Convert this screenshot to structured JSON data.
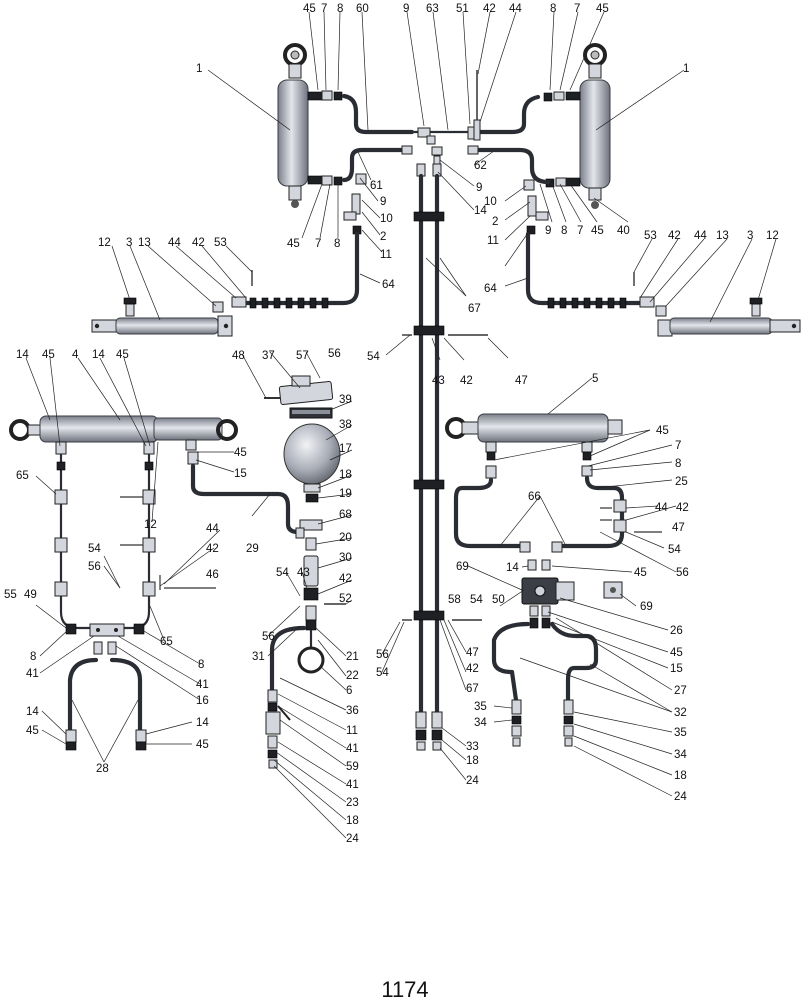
{
  "page_number": "1174",
  "labels": {
    "tr_45": "45",
    "tr_7": "7",
    "tr_8": "8",
    "tr_60": "60",
    "tr_9": "9",
    "tr_63": "63",
    "tr_51": "51",
    "tr_42": "42",
    "tr_44": "44",
    "tr_8b": "8",
    "tr_7b": "7",
    "tr_45b": "45",
    "cyl_left_1": "1",
    "cyl_right_1": "1",
    "l_45": "45",
    "l_7": "7",
    "l_8": "8",
    "c_61": "61",
    "c_9": "9",
    "c_10": "10",
    "c_2": "2",
    "c_11": "11",
    "c_64": "64",
    "c_62": "62",
    "c_9b": "9",
    "c_14": "14",
    "r_10": "10",
    "r_2": "2",
    "r_11": "11",
    "r_64": "64",
    "r_9": "9",
    "r_8": "8",
    "r_7": "7",
    "r_45": "45",
    "r_40": "40",
    "ml_12": "12",
    "ml_3": "3",
    "ml_13": "13",
    "ml_44": "44",
    "ml_42": "42",
    "ml_53": "53",
    "mr_53": "53",
    "mr_42": "42",
    "mr_44": "44",
    "mr_13": "13",
    "mr_3": "3",
    "mr_12": "12",
    "c_67": "67",
    "c_56": "56",
    "c_54": "54",
    "c_43": "43",
    "c_42": "42",
    "c_47": "47",
    "a_48": "48",
    "a_37": "37",
    "a_57": "57",
    "a_39": "39",
    "a_38": "38",
    "a_17": "17",
    "a_18": "18",
    "a_19": "19",
    "a_68": "68",
    "a_20": "20",
    "a_30": "30",
    "a_54": "54",
    "a_43": "43",
    "a_42": "42",
    "a_52": "52",
    "a_56": "56",
    "a_31": "31",
    "a_21": "21",
    "a_22": "22",
    "a_6": "6",
    "a_36": "36",
    "a_11": "11",
    "a_41": "41",
    "a_59": "59",
    "a_41b": "41",
    "a_23": "23",
    "a_18b": "18",
    "a_24": "24",
    "bl_14": "14",
    "bl_45": "45",
    "bl_4": "4",
    "bl_14b": "14",
    "bl_45b": "45",
    "bl_45c": "45",
    "bl_15": "15",
    "bl_65": "65",
    "bl_12": "12",
    "bl_44": "44",
    "bl_29": "29",
    "bl_42": "42",
    "bl_54": "54",
    "bl_56": "56",
    "bl_46": "46",
    "bl_55": "55",
    "bl_49": "49",
    "bl_65b": "65",
    "bl_8": "8",
    "bl_8b": "8",
    "bl_41": "41",
    "bl_41b": "41",
    "bl_16": "16",
    "bl_14c": "14",
    "bl_45d": "45",
    "bl_14d": "14",
    "bl_45e": "45",
    "bl_28": "28",
    "br_5": "5",
    "br_45": "45",
    "br_7": "7",
    "br_8": "8",
    "br_25": "25",
    "br_66": "66",
    "br_44": "44",
    "br_42": "42",
    "br_47": "47",
    "br_54": "54",
    "br_56": "56",
    "br_69": "69",
    "br_14": "14",
    "br_45b": "45",
    "br_69b": "69",
    "br_58": "58",
    "br_54b": "54",
    "br_50": "50",
    "br_26": "26",
    "br_45c": "45",
    "br_15": "15",
    "br_27": "27",
    "br_47b": "47",
    "br_42b": "42",
    "br_67": "67",
    "br_56b": "56",
    "br_54c": "54",
    "br_32": "32",
    "br_35": "35",
    "br_34": "34",
    "br_35b": "35",
    "br_34b": "34",
    "br_33": "33",
    "br_18": "18",
    "br_24": "24",
    "br_18b": "18",
    "br_24b": "24"
  }
}
